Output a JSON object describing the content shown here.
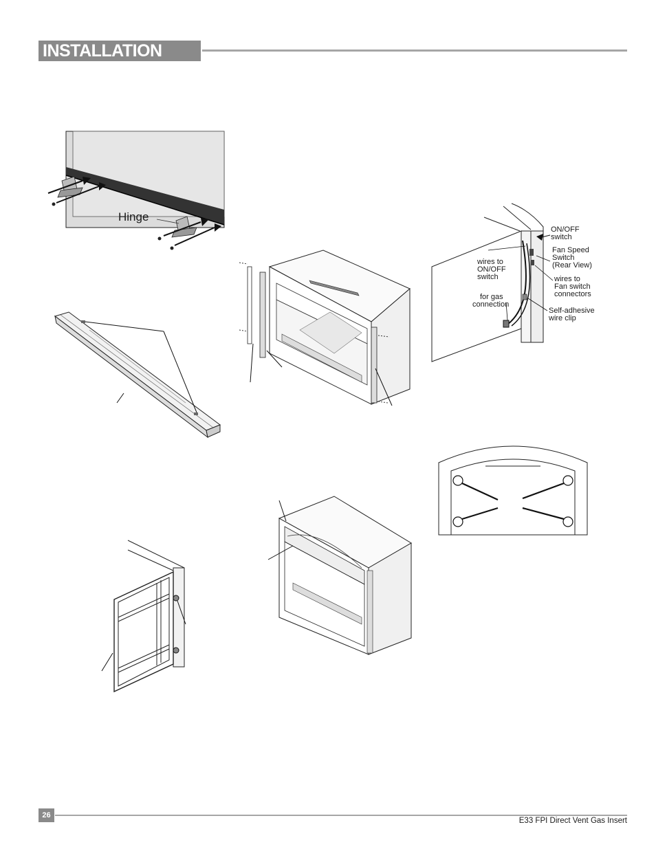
{
  "header": {
    "title": "INSTALLATION"
  },
  "figures": {
    "hinge": {
      "label": "Hinge"
    },
    "switch": {
      "on_off": [
        "ON/OFF",
        "switch"
      ],
      "fan_speed": [
        "Fan Speed",
        "Switch",
        "(Rear View)"
      ],
      "wires_on_off": [
        "wires to",
        "ON/OFF",
        "switch"
      ],
      "wires_fan": [
        "wires to",
        "Fan switch",
        "connectors"
      ],
      "gas": [
        "for gas",
        "connection"
      ],
      "clip": [
        "Self-adhesive",
        "wire clip"
      ]
    }
  },
  "footer": {
    "page_number": "26",
    "doc_title": "E33 FPI Direct Vent Gas Insert"
  }
}
